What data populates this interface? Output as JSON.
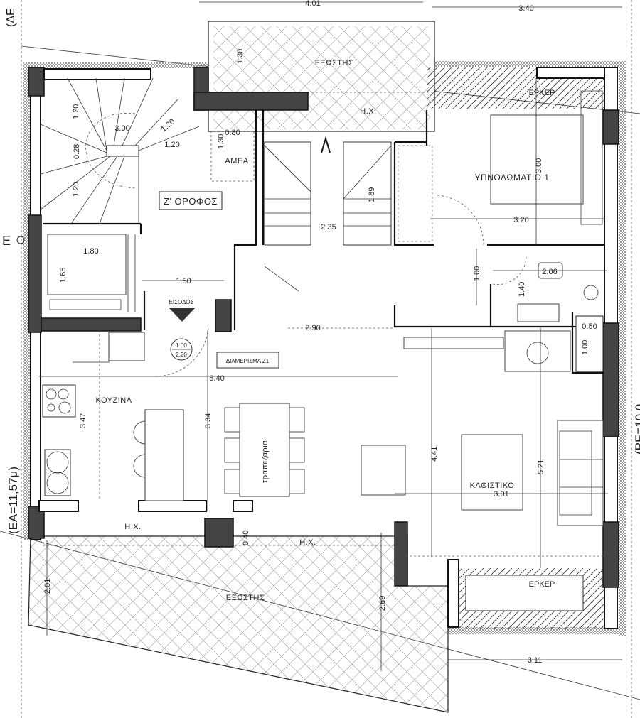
{
  "plan": {
    "floor_label": "Ζ' ΟΡΟΦΟΣ",
    "apartment_label": "ΔΙΑΜΕΡΙΣΜΑ Ζ1",
    "entrance_label": "ΕΙΣΟΔΟΣ",
    "door_size": {
      "width": "1.00",
      "height": "2.20"
    },
    "boundary_left": "(ΕΑ=11,57μ)",
    "boundary_top_left": "(ΔΕ",
    "boundary_right": "(ΡΕ=10,0",
    "marker_e": "E"
  },
  "rooms": {
    "balcony_top": "ΕΞΩΣΤΗΣ",
    "hx_top": "Η.Χ.",
    "amea": "ΑΜΕΑ",
    "erker_top": "ΕΡΚΕΡ",
    "bedroom": "ΥΠΝΟΔΩΜΑΤΙΟ 1",
    "kitchen": "ΚΟΥΖΙΝΑ",
    "dining": "τραπεζαρια",
    "living": "ΚΑΘΙΣΤΙΚΟ",
    "hx_bottom_left": "Η.Χ.",
    "hx_bottom_right": "Η.Χ.",
    "balcony_bottom": "ΕΞΩΣΤΗΣ",
    "erker_bottom": "ΕΡΚΕΡ"
  },
  "dimensions": {
    "top_left": "4.01",
    "top_right": "3.40",
    "balcony_depth": "1.30",
    "stair_a": "1.20",
    "stair_width": "3.00",
    "stair_b": "1.20",
    "stair_c": "1.20",
    "stair_d": "0.28",
    "stair_e": "1.20",
    "amea_w": "0.80",
    "amea_h": "1.30",
    "elevator_w": "1.80",
    "elevator_h": "1.65",
    "lobby": "1.50",
    "stairs_h": "1.89",
    "stairs_w": "2.35",
    "bedroom_h": "3.00",
    "bedroom_w": "3.20",
    "hall_h": "1.00",
    "bath_h": "1.40",
    "bath_w": "2.06",
    "wc_w": "0.50",
    "wc_h": "1.00",
    "corridor": "2.90",
    "main_w": "6.40",
    "kitchen_h": "3.47",
    "dining_h": "3.34",
    "living_h1": "4.41",
    "living_h2": "5.21",
    "living_w": "3.91",
    "hx_depth": "0.40",
    "balcony_left_h": "2.01",
    "balcony_right_h": "2.69",
    "bottom_w": "3.11"
  }
}
